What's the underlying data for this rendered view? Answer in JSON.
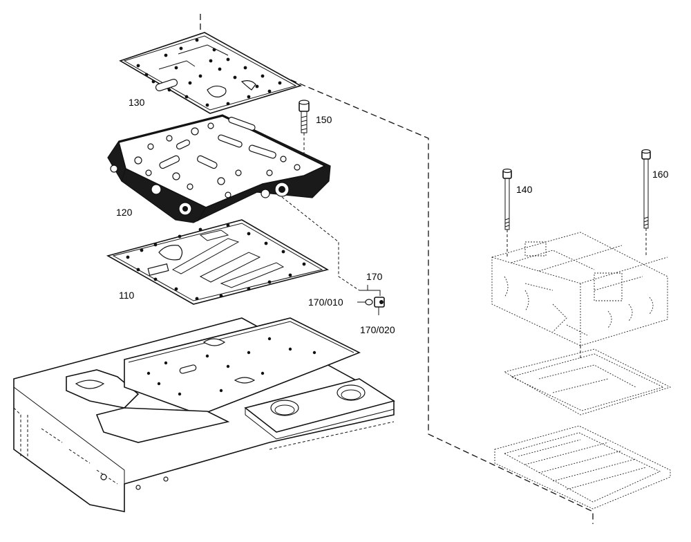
{
  "callouts": {
    "p130": "130",
    "p150": "150",
    "p120": "120",
    "p110": "110",
    "p170": "170",
    "p170_010": "170/010",
    "p170_020": "170/020",
    "p140": "140",
    "p160": "160"
  }
}
